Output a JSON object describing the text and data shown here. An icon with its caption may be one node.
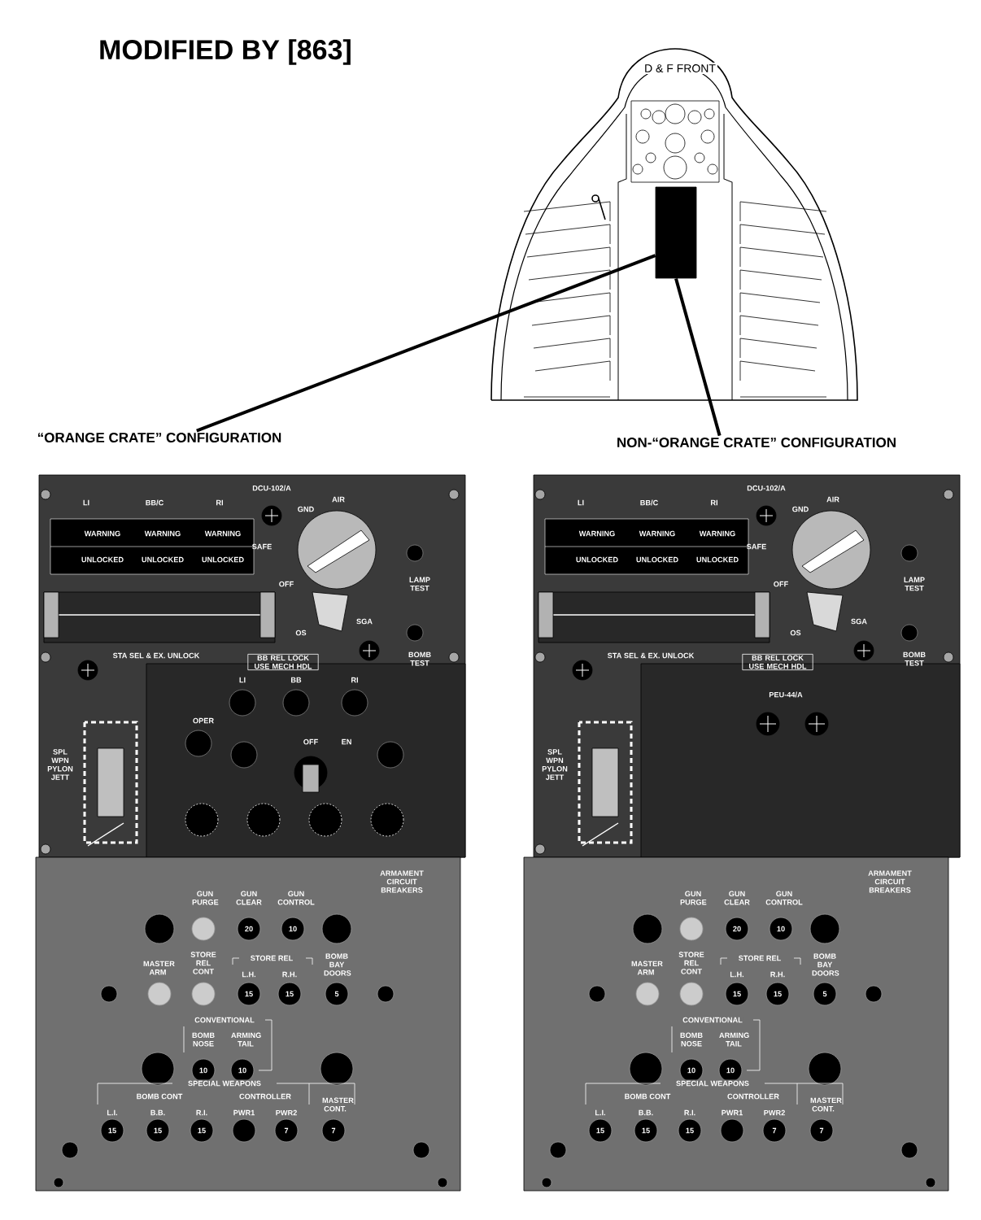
{
  "diagram": {
    "title": "MODIFIED BY [863]",
    "nodes": [
      {
        "text": [],
        "shape": "box"
      },
      {
        "text": [
          "“ORANGE CRATE” CONFIGURATION"
        ]
      },
      {
        "text": [
          "NON-“ORANGE CRATE” CONFIGURATION"
        ]
      }
    ],
    "edges": [
      {
        "from": 1,
        "to": 0,
        "arrow": "none"
      },
      {
        "from": 2,
        "to": 0,
        "arrow": "none"
      }
    ],
    "labels": [
      "D & F FRONT",
      "DCU-102/A",
      "LI",
      "BB/C",
      "RI",
      "GND",
      "AIR",
      "WARNING",
      "WARNING",
      "WARNING",
      "SAFE",
      "UNLOCKED",
      "UNLOCKED",
      "UNLOCKED",
      "OFF",
      "LAMP TEST",
      "SGA",
      "OS",
      "STA SEL & EX. UNLOCK",
      "BB REL LOCK USE MECH HDL",
      "BOMB TEST",
      "LI",
      "BB",
      "RI",
      "OPER",
      "OFF",
      "EN",
      "SPL WPN PYLON JETT",
      "ARMAMENT CIRCUIT BREAKERS",
      "GUN PURGE",
      "GUN CLEAR",
      "GUN CONTROL",
      "20",
      "10",
      "STORE REL",
      "MASTER ARM",
      "STORE REL CONT",
      "L.H.",
      "R.H.",
      "BOMB BAY DOORS",
      "15",
      "15",
      "5",
      "CONVENTIONAL",
      "BOMB NOSE",
      "ARMING TAIL",
      "10",
      "10",
      "SPECIAL WEAPONS",
      "BOMB CONT",
      "CONTROLLER",
      "MASTER CONT.",
      "L.I.",
      "B.B.",
      "R.I.",
      "PWR1",
      "PWR2",
      "15",
      "15",
      "15",
      "7",
      "7",
      "DCU-102/A",
      "LI",
      "BB/C",
      "RI",
      "GND",
      "AIR",
      "WARNING",
      "WARNING",
      "WARNING",
      "SAFE",
      "UNLOCKED",
      "UNLOCKED",
      "UNLOCKED",
      "OFF",
      "LAMP TEST",
      "SGA",
      "OS",
      "STA SEL & EX. UNLOCK",
      "BB REL LOCK USE MECH HDL",
      "BOMB TEST",
      "PEU-44/A",
      "SPL WPN PYLON JETT",
      "ARMAMENT CIRCUIT BREAKERS",
      "GUN PURGE",
      "GUN CLEAR",
      "GUN CONTROL",
      "20",
      "10",
      "STORE REL",
      "MASTER ARM",
      "STORE REL CONT",
      "L.H.",
      "R.H.",
      "BOMB BAY DOORS",
      "15",
      "15",
      "5",
      "CONVENTIONAL",
      "BOMB NOSE",
      "ARMING TAIL",
      "10",
      "10",
      "SPECIAL WEAPONS",
      "BOMB CONT",
      "CONTROLLER",
      "MASTER CONT.",
      "L.I.",
      "B.B.",
      "R.I.",
      "PWR1",
      "PWR2",
      "15",
      "15",
      "15",
      "7",
      "7"
    ]
  }
}
